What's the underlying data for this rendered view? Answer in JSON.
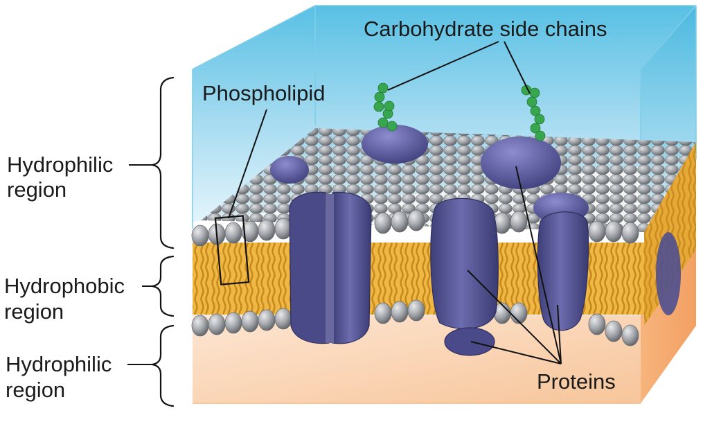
{
  "labels": {
    "carbohydrate": "Carbohydrate side chains",
    "phospholipid": "Phospholipid",
    "proteins": "Proteins",
    "left_top": [
      "Hydrophilic",
      "region"
    ],
    "left_mid": [
      "Hydrophobic",
      "region"
    ],
    "left_bottom": [
      "Hydrophilic",
      "region"
    ]
  },
  "colors": {
    "top_water": "#5bc3e6",
    "bottom_water": "#f7c9a0",
    "head_gray": "#9b9ea3",
    "tail_gold": "#f0b743",
    "protein_purple": "#4f4f90",
    "carbohydrate_green": "#37a64e"
  }
}
